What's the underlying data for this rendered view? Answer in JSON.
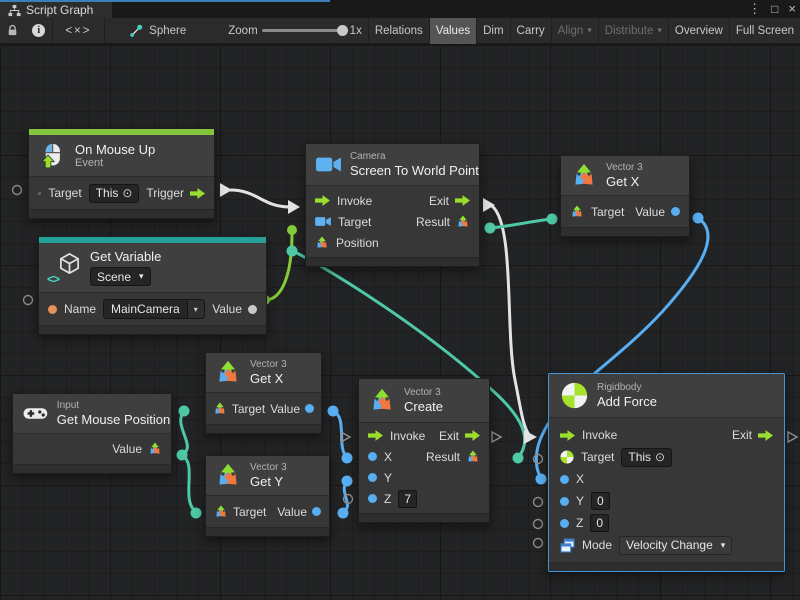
{
  "window": {
    "tab": "Script Graph"
  },
  "icons": {
    "dropdown_arrow": "▾",
    "target_self": "⊙",
    "info": "i",
    "menu": "⋮",
    "maximize": "□",
    "close": "×"
  },
  "toolbar": {
    "code_toggle": "<×>",
    "graph_name": "Sphere",
    "zoom_label": "Zoom",
    "zoom_value": "1x",
    "relations": "Relations",
    "values": "Values",
    "dim": "Dim",
    "carry": "Carry",
    "align": "Align",
    "distribute": "Distribute",
    "overview": "Overview",
    "full_screen": "Full Screen"
  },
  "nodes": {
    "on_mouse_up": {
      "title": "On Mouse Up",
      "subtitle": "Event",
      "target_label": "Target",
      "target_value": "This",
      "trigger_label": "Trigger"
    },
    "get_variable": {
      "title": "Get Variable",
      "scope": "Scene",
      "name_label": "Name",
      "name_value": "MainCamera",
      "value_label": "Value"
    },
    "screen_to_world": {
      "category": "Camera",
      "title": "Screen To World Point",
      "invoke_label": "Invoke",
      "exit_label": "Exit",
      "target_label": "Target",
      "result_label": "Result",
      "position_label": "Position"
    },
    "get_x_right": {
      "category": "Vector 3",
      "title": "Get X",
      "target_label": "Target",
      "value_label": "Value"
    },
    "get_x_mid": {
      "category": "Vector 3",
      "title": "Get X",
      "target_label": "Target",
      "value_label": "Value"
    },
    "get_mouse_position": {
      "category": "Input",
      "title": "Get Mouse Position",
      "value_label": "Value"
    },
    "get_y": {
      "category": "Vector 3",
      "title": "Get Y",
      "target_label": "Target",
      "value_label": "Value"
    },
    "create": {
      "category": "Vector 3",
      "title": "Create",
      "invoke_label": "Invoke",
      "exit_label": "Exit",
      "x_label": "X",
      "result_label": "Result",
      "y_label": "Y",
      "z_label": "Z",
      "z_value": "7"
    },
    "add_force": {
      "category": "Rigidbody",
      "title": "Add Force",
      "invoke_label": "Invoke",
      "exit_label": "Exit",
      "target_label": "Target",
      "target_value": "This",
      "x_label": "X",
      "y_label": "Y",
      "y_value": "0",
      "z_label": "Z",
      "z_value": "0",
      "mode_label": "Mode",
      "mode_value": "Velocity Change"
    }
  },
  "colors": {
    "event_bar": "#84c53e",
    "variable_bar": "#26a09a",
    "selection_blue": "#4694d4",
    "wire_white": "#e3e3e3",
    "wire_teal": "#4fc8a5",
    "wire_blue": "#57aef2",
    "wire_green": "#84cc3a",
    "port_orange": "#e89059",
    "port_gray": "#c9c9c9",
    "flow_arrow_green": "#9ade2d"
  }
}
